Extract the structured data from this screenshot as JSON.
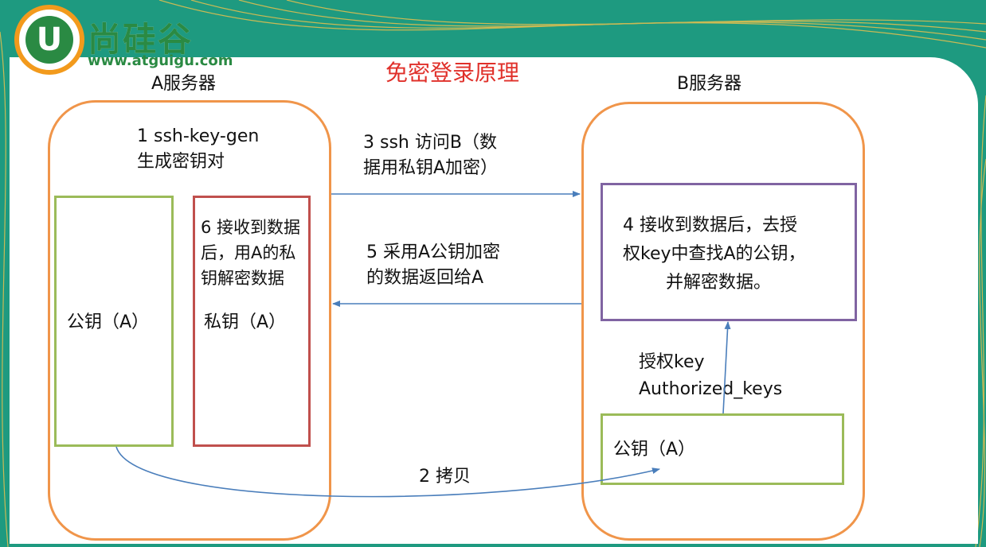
{
  "logo": {
    "letter": "U",
    "cn": "尚硅谷",
    "url": "www.atguigu.com"
  },
  "title": "免密登录原理",
  "server_a": {
    "label": "A服务器"
  },
  "server_b": {
    "label": "B服务器"
  },
  "step1": {
    "line1": "1 ssh-key-gen",
    "line2": "生成密钥对"
  },
  "step3": {
    "line1": "3 ssh  访问B（数",
    "line2": "据用私钥A加密）"
  },
  "step5": {
    "line1": "5 采用A公钥加密",
    "line2": "的数据返回给A"
  },
  "step6": {
    "line1": "6 接收到数据",
    "line2": "后，用A的私",
    "line3": "钥解密数据"
  },
  "step4": {
    "line1": "4 接收到数据后，去授",
    "line2": "权key中查找A的公钥，",
    "line3": "并解密数据。"
  },
  "step2": {
    "label": "2 拷贝"
  },
  "a_public_key": "公钥（A）",
  "a_private_key": "私钥（A）",
  "b_public_key": "公钥（A）",
  "authorized": {
    "line1": "授权key",
    "line2": "Authorized_keys"
  },
  "colors": {
    "server_border": "#f0954a",
    "public_key_border": "#9bbb59",
    "private_key_border": "#c0504d",
    "process_border": "#8064a2",
    "arrow": "#4a7ebb",
    "title": "#e0302a",
    "background": "#1e9a80"
  }
}
